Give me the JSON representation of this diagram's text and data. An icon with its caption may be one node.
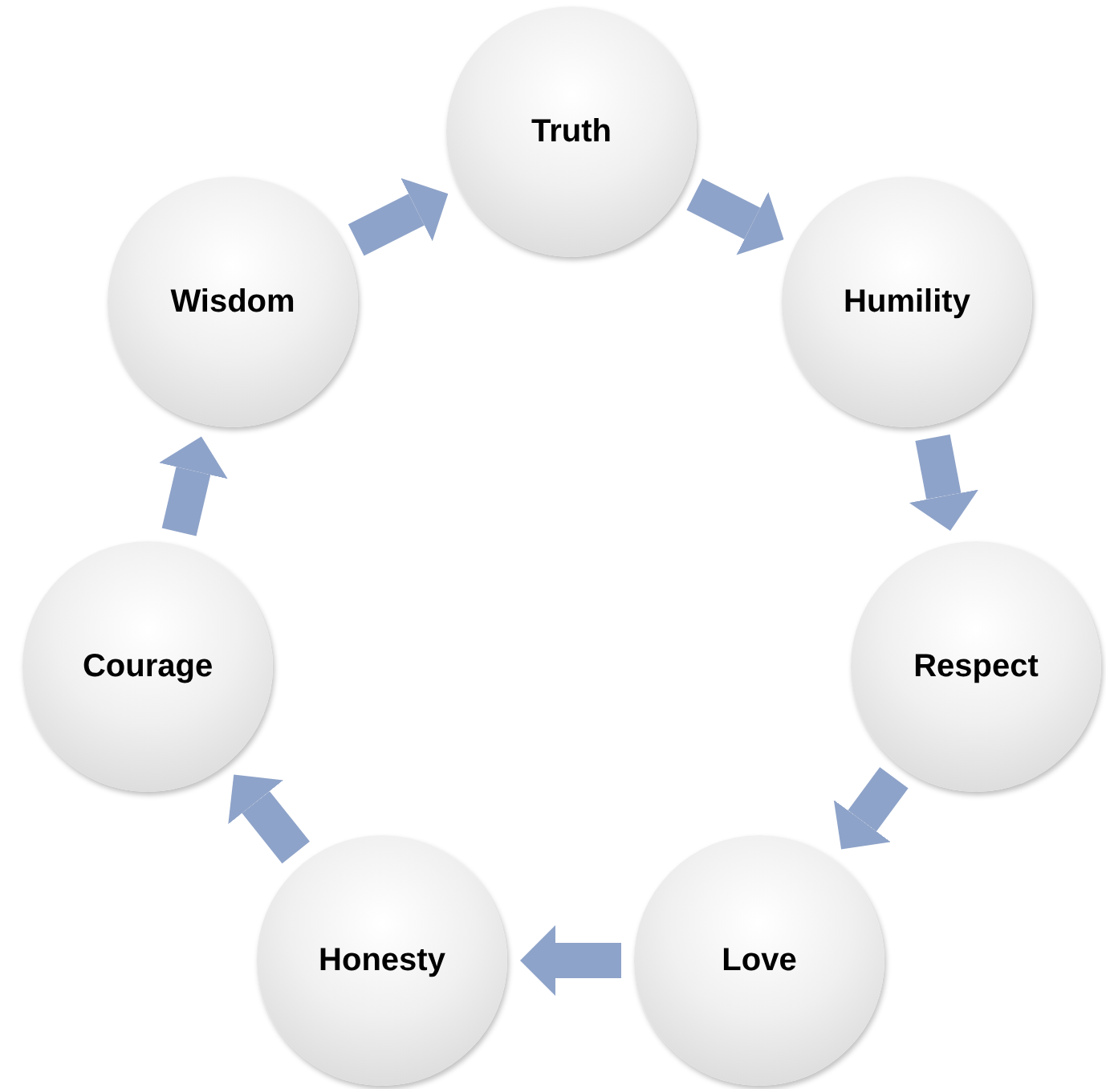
{
  "diagram": {
    "nodes": [
      {
        "text": [
          "Truth"
        ]
      },
      {
        "text": [
          "Humility"
        ]
      },
      {
        "text": [
          "Respect"
        ]
      },
      {
        "text": [
          "Love"
        ]
      },
      {
        "text": [
          "Honesty"
        ]
      },
      {
        "text": [
          "Courage"
        ]
      },
      {
        "text": [
          "Wisdom"
        ]
      }
    ],
    "edges": [
      {
        "from": 0,
        "to": 1,
        "arrow": "to"
      },
      {
        "from": 1,
        "to": 2,
        "arrow": "to"
      },
      {
        "from": 2,
        "to": 3,
        "arrow": "to"
      },
      {
        "from": 3,
        "to": 4,
        "arrow": "to"
      },
      {
        "from": 4,
        "to": 5,
        "arrow": "to"
      },
      {
        "from": 5,
        "to": 6,
        "arrow": "to"
      },
      {
        "from": 6,
        "to": 0,
        "arrow": "to"
      }
    ]
  }
}
